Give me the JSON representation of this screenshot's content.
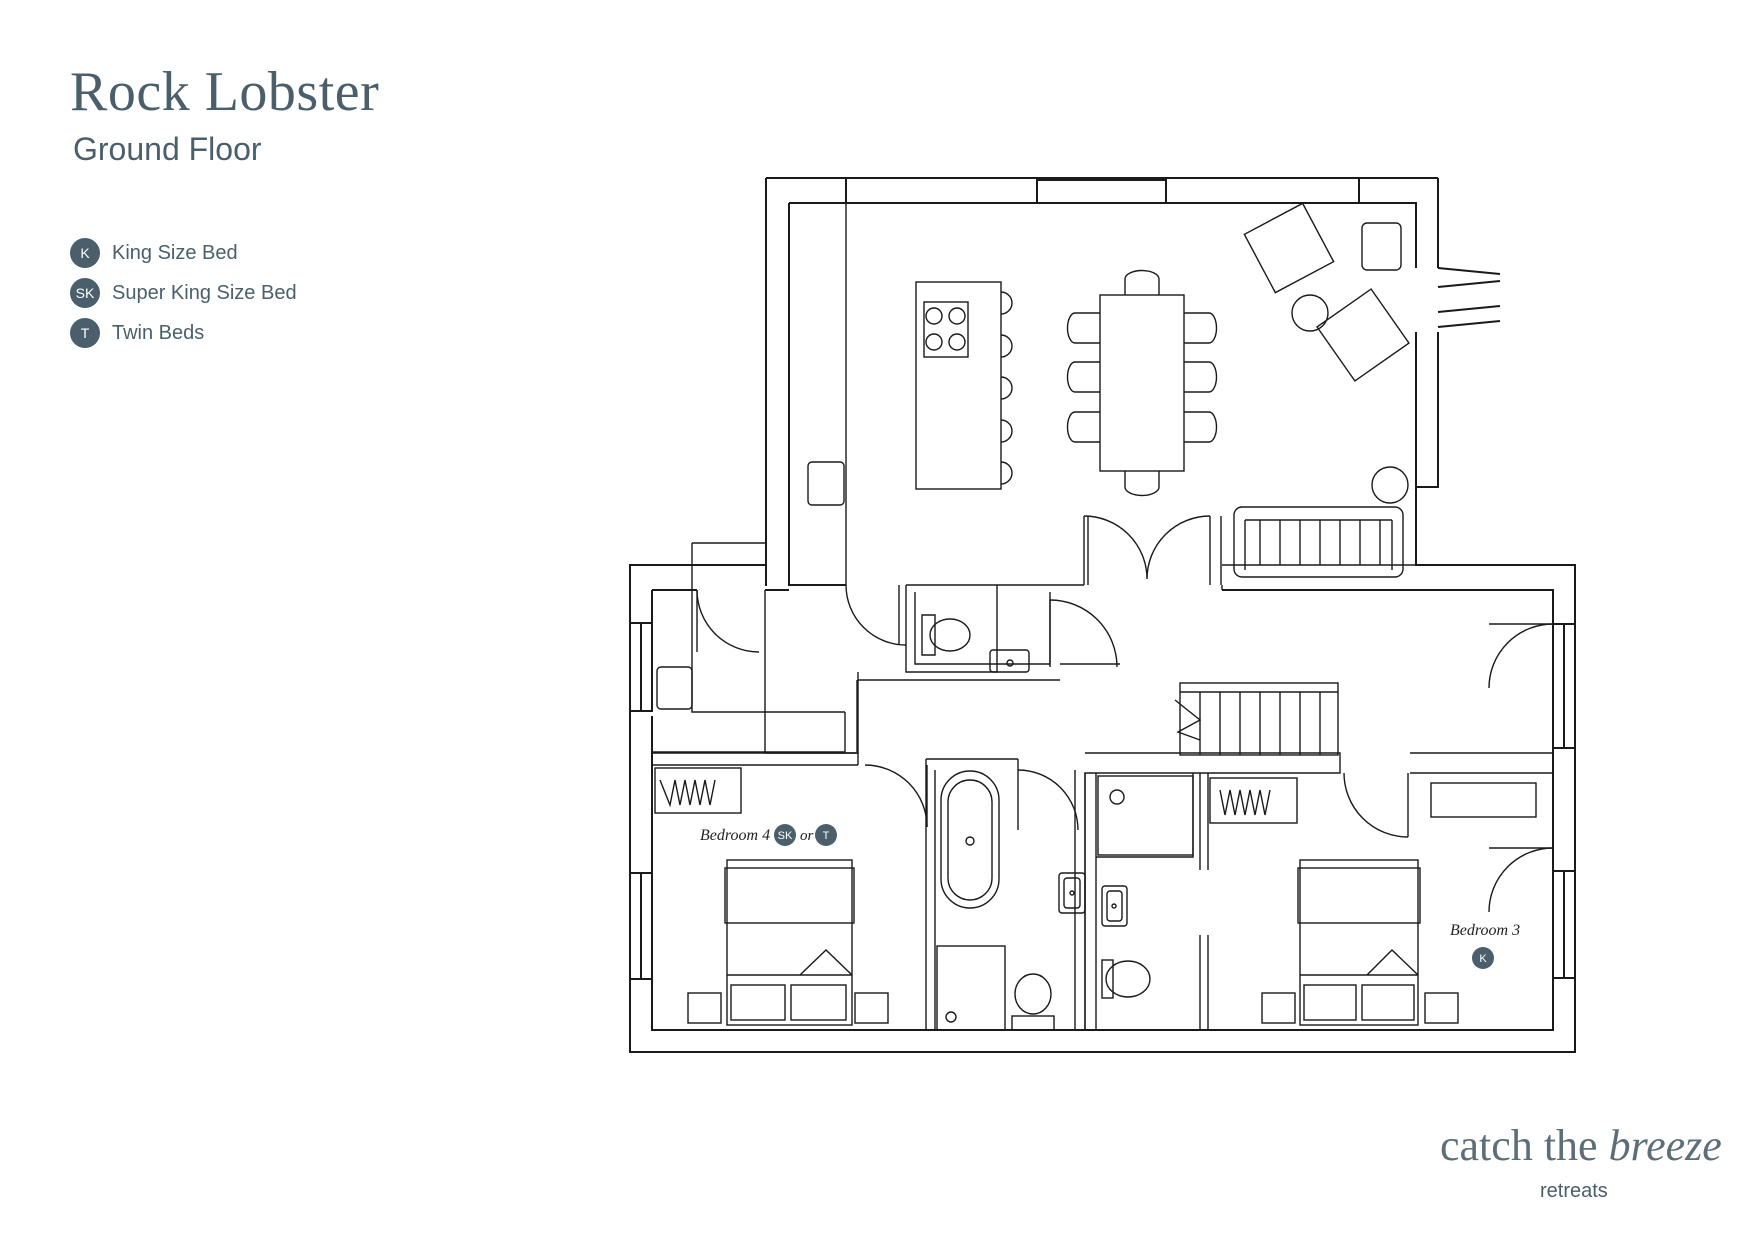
{
  "header": {
    "title": "Rock Lobster",
    "subtitle": "Ground Floor"
  },
  "legend": {
    "items": [
      {
        "badge": "K",
        "label": "King Size Bed"
      },
      {
        "badge": "SK",
        "label": "Super King Size Bed"
      },
      {
        "badge": "T",
        "label": "Twin Beds"
      }
    ]
  },
  "rooms": {
    "bedroom4": {
      "label": "Bedroom 4",
      "badge_a": "SK",
      "or_text": "or",
      "badge_b": "T"
    },
    "bedroom3": {
      "label": "Bedroom 3",
      "badge": "K"
    }
  },
  "brand": {
    "prefix": "catch the ",
    "italic": "breeze",
    "sub": "retreats"
  },
  "colors": {
    "accent": "#4a5f6b",
    "lines": "#1a1a1a"
  }
}
